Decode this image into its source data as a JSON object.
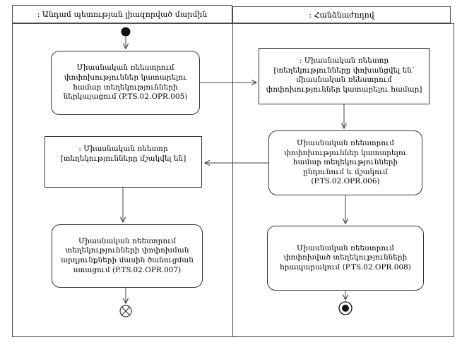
{
  "diagram": {
    "lanes": {
      "left": {
        "title": ": Անդամ պետության լիազորված մարմին"
      },
      "right": {
        "title": ": Հանձնաժողով"
      }
    },
    "nodes": {
      "activity_opr005": {
        "type": "action",
        "label": "Միասնական ռեեստրում փոփոխություններ կատարելու համար տեղեկությունների ներկայացում (P.TS.02.OPR.005)"
      },
      "object_transferred": {
        "type": "object",
        "label": ": Միասնական ռեեստր [տեղեկությունները փոխանցվել են՝ միասնական ռեեստրում փոփոխություններ կատարելու համար]"
      },
      "activity_opr006": {
        "type": "action",
        "label": "Միասնական ռեեստրում փոփոխություններ կատարելու համար տեղեկությունների ընդունում և մշակում (P.TS.02.OPR.006)"
      },
      "object_processed": {
        "type": "object",
        "label": ": Միասնական ռեեստր [տեղեկությունները մշակվել են]"
      },
      "activity_opr007": {
        "type": "action",
        "label": "Միասնական ռեեստրում տեղեկությունների փոփոխման արդյունքների մասին ծանուցման ստացում (P.TS.02.OPR.007)"
      },
      "activity_opr008": {
        "type": "action",
        "label": "Միասնական ռեեստրում փոփոխված տեղեկությունների հրապարակում (P.TS.02.OPR.008)"
      }
    },
    "symbols": {
      "initial_node": "initial-node",
      "flow_final": "flow-final-node",
      "activity_final": "activity-final-node"
    },
    "colors": {
      "border": "#343434",
      "frame": "#4a4a4a",
      "line": "#444444",
      "background": "#ffffff",
      "text": "#000000"
    }
  }
}
